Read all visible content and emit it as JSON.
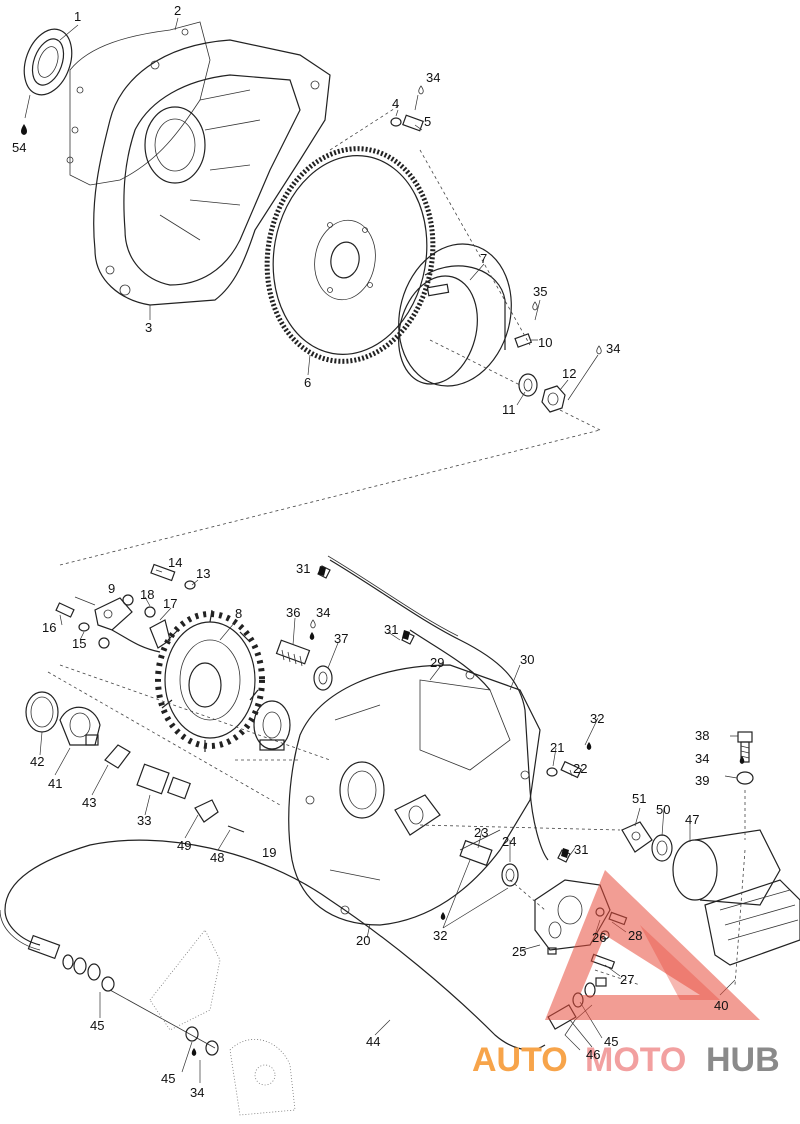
{
  "callouts": [
    {
      "id": "c1",
      "text": "1"
    },
    {
      "id": "c2",
      "text": "2"
    },
    {
      "id": "c3",
      "text": "3"
    },
    {
      "id": "c54",
      "text": "54"
    },
    {
      "id": "c34a",
      "text": "34"
    },
    {
      "id": "c4",
      "text": "4"
    },
    {
      "id": "c5",
      "text": "5"
    },
    {
      "id": "c6",
      "text": "6"
    },
    {
      "id": "c7",
      "text": "7"
    },
    {
      "id": "c35",
      "text": "35"
    },
    {
      "id": "c10",
      "text": "10"
    },
    {
      "id": "c34b",
      "text": "34"
    },
    {
      "id": "c12",
      "text": "12"
    },
    {
      "id": "c11",
      "text": "11"
    },
    {
      "id": "c14",
      "text": "14"
    },
    {
      "id": "c13",
      "text": "13"
    },
    {
      "id": "c9",
      "text": "9"
    },
    {
      "id": "c18",
      "text": "18"
    },
    {
      "id": "c17",
      "text": "17"
    },
    {
      "id": "c16",
      "text": "16"
    },
    {
      "id": "c15",
      "text": "15"
    },
    {
      "id": "c8",
      "text": "8"
    },
    {
      "id": "c31a",
      "text": "31"
    },
    {
      "id": "c36",
      "text": "36"
    },
    {
      "id": "c34c",
      "text": "34"
    },
    {
      "id": "c37",
      "text": "37"
    },
    {
      "id": "c31b",
      "text": "31"
    },
    {
      "id": "c29",
      "text": "29"
    },
    {
      "id": "c30",
      "text": "30"
    },
    {
      "id": "c32a",
      "text": "32"
    },
    {
      "id": "c21",
      "text": "21"
    },
    {
      "id": "c22",
      "text": "22"
    },
    {
      "id": "c38",
      "text": "38"
    },
    {
      "id": "c34d",
      "text": "34"
    },
    {
      "id": "c39",
      "text": "39"
    },
    {
      "id": "c42",
      "text": "42"
    },
    {
      "id": "c41",
      "text": "41"
    },
    {
      "id": "c43",
      "text": "43"
    },
    {
      "id": "c33",
      "text": "33"
    },
    {
      "id": "c49",
      "text": "49"
    },
    {
      "id": "c48",
      "text": "48"
    },
    {
      "id": "c19",
      "text": "19"
    },
    {
      "id": "c23",
      "text": "23"
    },
    {
      "id": "c24",
      "text": "24"
    },
    {
      "id": "c31c",
      "text": "31"
    },
    {
      "id": "c51",
      "text": "51"
    },
    {
      "id": "c50",
      "text": "50"
    },
    {
      "id": "c47",
      "text": "47"
    },
    {
      "id": "c20",
      "text": "20"
    },
    {
      "id": "c32b",
      "text": "32"
    },
    {
      "id": "c25",
      "text": "25"
    },
    {
      "id": "c26",
      "text": "26"
    },
    {
      "id": "c28",
      "text": "28"
    },
    {
      "id": "c27",
      "text": "27"
    },
    {
      "id": "c40",
      "text": "40"
    },
    {
      "id": "c45a",
      "text": "45"
    },
    {
      "id": "c44",
      "text": "44"
    },
    {
      "id": "c45b",
      "text": "45"
    },
    {
      "id": "c46",
      "text": "46"
    },
    {
      "id": "c45c",
      "text": "45"
    },
    {
      "id": "c34e",
      "text": "34"
    }
  ],
  "watermark": {
    "word_part1": "AUTO",
    "word_part2": "MOTO",
    "word_part3": "HUB",
    "colors": {
      "orange": "#f7a44a",
      "pink": "#f2a0a0",
      "gray": "#8a8a8a",
      "triangle": "#e84c3d"
    }
  }
}
